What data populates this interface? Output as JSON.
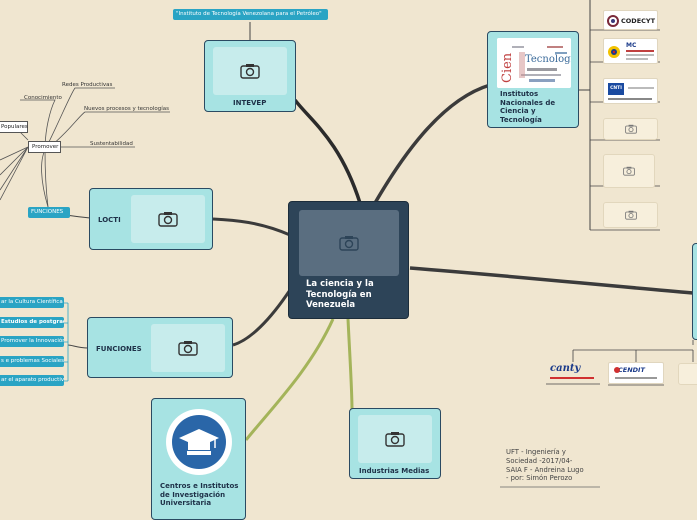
{
  "central": {
    "label": "La ciencia y la Tecnología en Venezuela",
    "icon": "camera-icon"
  },
  "intevep": {
    "label": "INTEVEP",
    "tag": "\"Instituto de Tecnología Venezolana para el Petróleo\""
  },
  "institutos": {
    "label": "Institutos Nacionales de Ciencia y Tecnología",
    "wordcloud_word": "Tecnología"
  },
  "locti": {
    "label": "LOCTI",
    "funciones_tag": "FUNCIONES",
    "promover": "Promover",
    "populares": "Populares",
    "branches": [
      "Conocimiento",
      "Redes Productivas",
      "Nuevos procesos y tecnologías",
      "Sustentabilidad"
    ]
  },
  "funciones": {
    "label": "FUNCIONES",
    "items": [
      "ar la Cultura Científica",
      "Estudios de postgrado",
      "Promover la Innovación",
      "s e problemas Sociales",
      "ar el aparato productivo"
    ]
  },
  "centros": {
    "label": "Centros e Institutos de Investigación Universitaria"
  },
  "industrias": {
    "label": "Industrias Medias"
  },
  "logos": {
    "codecyt": "CODECYT",
    "mc": "MC",
    "cnti": "CNTI",
    "canty": "canty",
    "cendit": "CENDIT"
  },
  "footer": {
    "lines": [
      "UFT - Ingeniería y",
      "Sociedad -2017/04-",
      "SAIA F - Andreina Lugo",
      "- por: Simón Perozo"
    ]
  }
}
